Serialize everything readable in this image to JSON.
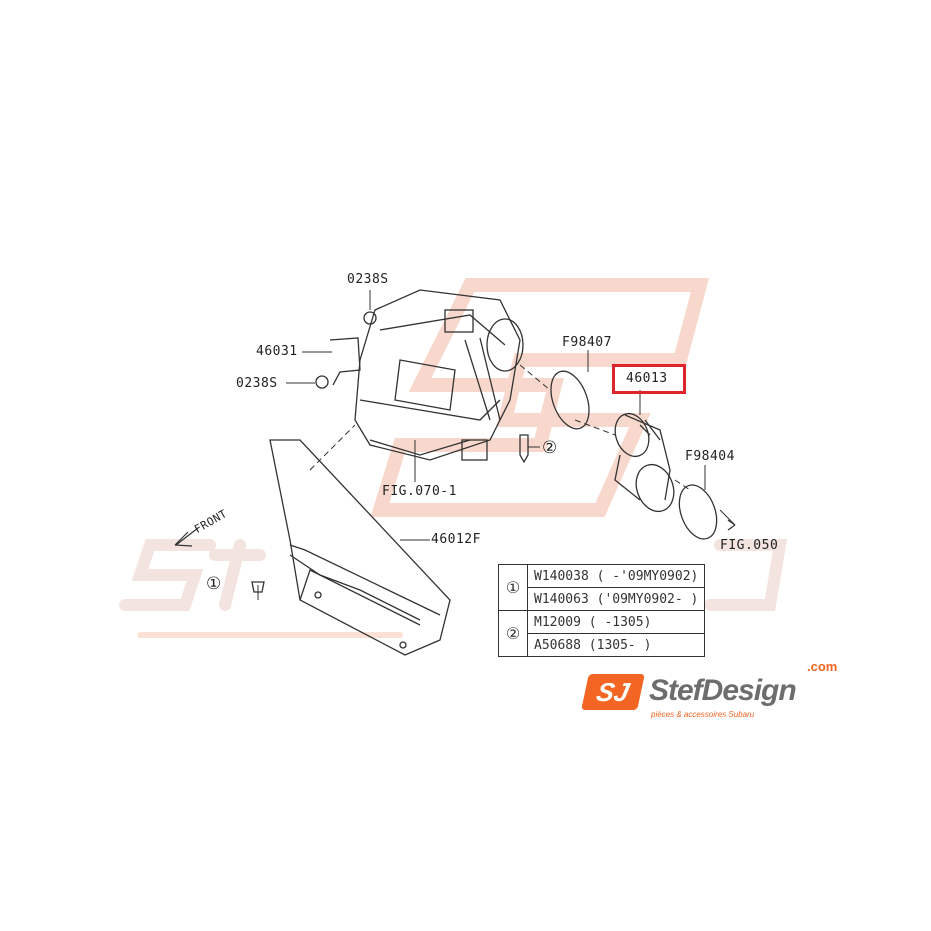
{
  "watermark": {
    "brand": "StefDesign",
    "tagline": "pièces & accessoires Subaru",
    "domain": ".com"
  },
  "labels": {
    "nut_top": "0238S",
    "bracket": "46031",
    "nut_left": "0238S",
    "clamp_upper": "F98407",
    "duct": "46013",
    "clamp_lower": "F98404",
    "fig_airbox": "FIG.070-1",
    "intake": "46012F",
    "fig_throttle": "FIG.050",
    "front": "FRONT",
    "bolt_marker": "②",
    "clip_marker": "①"
  },
  "highlight_color": "#e0242b",
  "legend": [
    {
      "marker": "①",
      "parts": [
        "W140038 ( -'09MY0902)",
        "W140063 ('09MY0902- )"
      ]
    },
    {
      "marker": "②",
      "parts": [
        "M12009  ( -1305)",
        "A50688 (1305- )"
      ]
    }
  ],
  "logo": {
    "mark": "SJ",
    "name": "StefDesign",
    "domain": ".com",
    "tagline": "pièces & accessoires Subaru",
    "color": "#f26522"
  }
}
